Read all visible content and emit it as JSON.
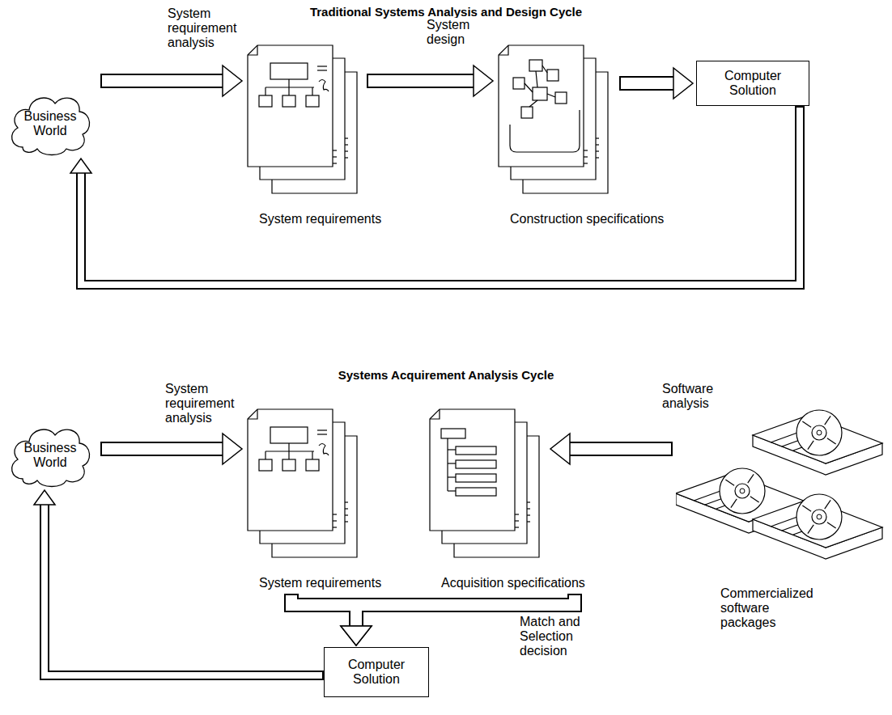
{
  "diagram": {
    "title": "Traditional Systems Analysis and Design Cycle",
    "nodes": [
      {
        "text": [
          "Business World"
        ]
      },
      {
        "text": [
          "System requirements"
        ]
      },
      {
        "text": [
          "Construction specifications"
        ]
      },
      {
        "text": [
          "Computer Solution"
        ]
      },
      {
        "text": [
          "Business World"
        ]
      },
      {
        "text": [
          "System requirements"
        ]
      },
      {
        "text": [
          "Acquisition specifications"
        ]
      },
      {
        "text": [
          "Commercialized software packages"
        ]
      },
      {
        "text": [
          "Computer Solution"
        ]
      }
    ],
    "edges": [
      {
        "from": 0,
        "to": 1,
        "label": "System requirement analysis",
        "arrow": "to"
      },
      {
        "from": 1,
        "to": 2,
        "label": "System design",
        "arrow": "to"
      },
      {
        "from": 2,
        "to": 3,
        "arrow": "to"
      },
      {
        "from": 3,
        "to": 0,
        "arrow": "to"
      },
      {
        "from": 4,
        "to": 5,
        "label": "System requirement analysis",
        "arrow": "to"
      },
      {
        "from": 7,
        "to": 6,
        "label": "Software analysis",
        "arrow": "to"
      },
      {
        "from": 5,
        "to": 8,
        "arrow": "to"
      },
      {
        "from": 6,
        "to": 8,
        "label": "Match and Selection decision",
        "arrow": "to"
      },
      {
        "from": 8,
        "to": 4,
        "arrow": "to"
      }
    ],
    "labels": [
      "Systems Acquirement Analysis Cycle"
    ]
  }
}
